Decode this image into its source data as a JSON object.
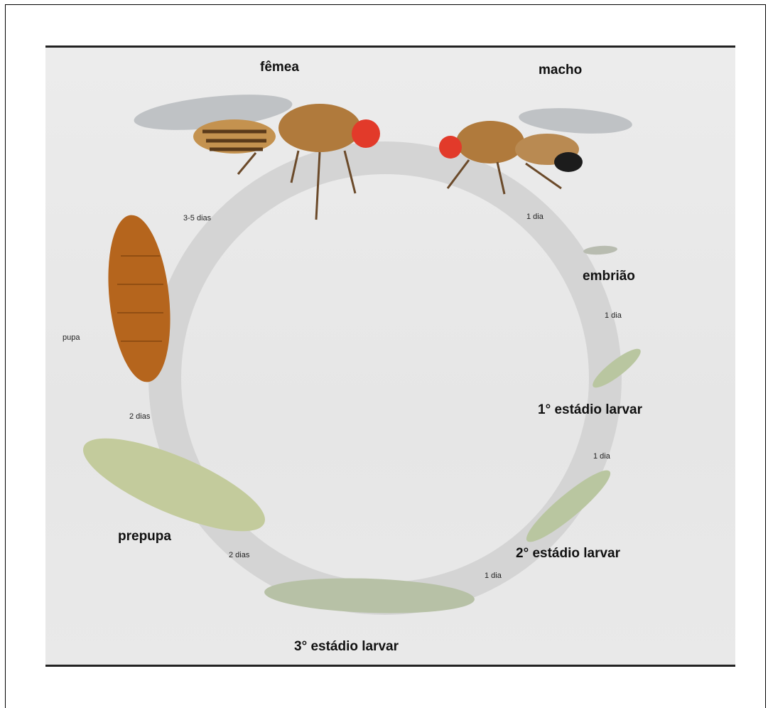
{
  "stages": {
    "femea": "fêmea",
    "macho": "macho",
    "embriao": "embrião",
    "larva1": "1° estádio larvar",
    "larva2": "2° estádio larvar",
    "larva3": "3° estádio larvar",
    "prepupa": "prepupa",
    "pupa": "pupa"
  },
  "durations": {
    "macho_to_embriao": "1 dia",
    "embriao_to_larva1": "1 dia",
    "larva1_to_larva2": "1 dia",
    "larva2_to_larva3": "1 dia",
    "larva3_to_prepupa": "2 dias",
    "prepupa_to_pupa": "2 dias",
    "pupa_to_adult": "3-5 dias"
  },
  "colors": {
    "cycle_ring": "#d6d6d6",
    "background": "#e8e8e8",
    "larva": "#b9c6a0",
    "pupa": "#b5651d",
    "fly_body": "#b07a3c",
    "fly_eye": "#e23a2a"
  }
}
